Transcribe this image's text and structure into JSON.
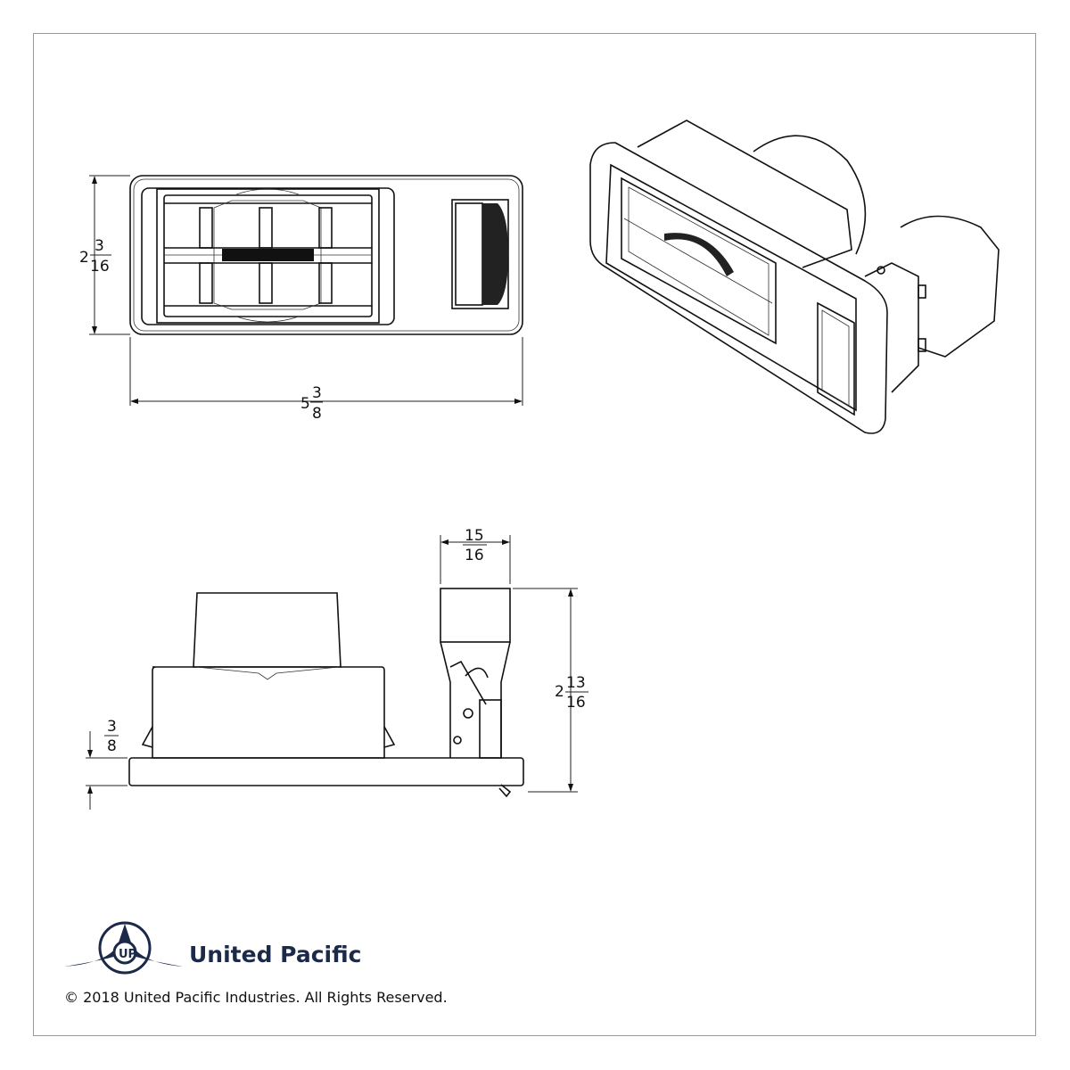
{
  "front_view": {
    "height_dim": {
      "whole": "2",
      "num": "3",
      "den": "16"
    },
    "width_dim": {
      "whole": "5",
      "num": "3",
      "den": "8"
    }
  },
  "side_view": {
    "depth_dim": {
      "num": "15",
      "den": "16"
    },
    "height_dim": {
      "whole": "2",
      "num": "13",
      "den": "16"
    },
    "flange_dim": {
      "num": "3",
      "den": "8"
    }
  },
  "brand": {
    "name": "United Pacific",
    "logo_letters": "UP",
    "color": "#1c2a4a"
  },
  "copyright": "© 2018 United Pacific Industries. All Rights Reserved."
}
